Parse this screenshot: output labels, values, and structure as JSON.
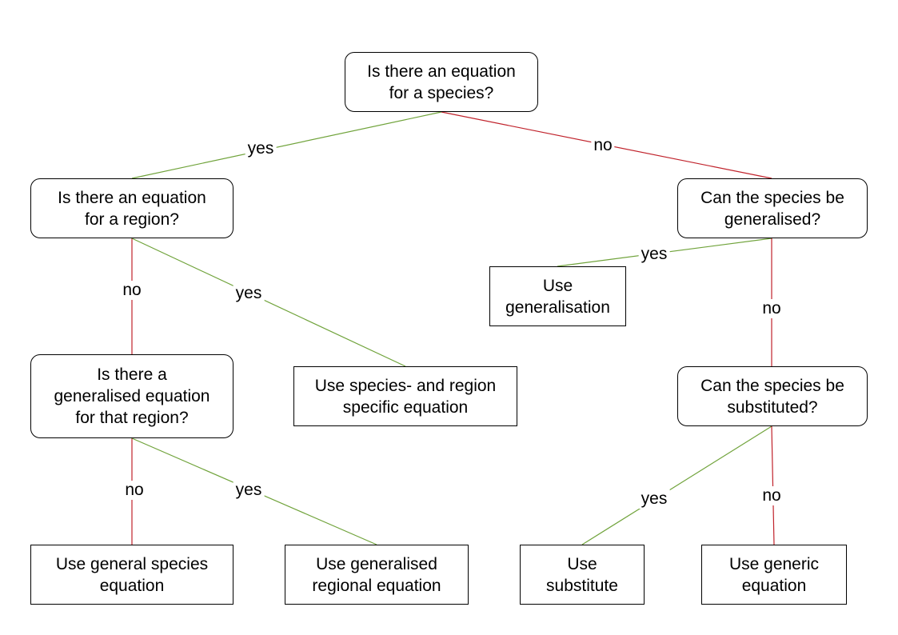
{
  "colors": {
    "yes_edge": "#70a33b",
    "no_edge": "#c0222b",
    "border": "#000000",
    "text": "#000000"
  },
  "nodes": {
    "q_species": {
      "text": "Is there an equation\nfor a species?",
      "kind": "decision"
    },
    "q_region": {
      "text": "Is there an equation\nfor a region?",
      "kind": "decision"
    },
    "q_generalised_species": {
      "text": "Can the species be\ngeneralised?",
      "kind": "decision"
    },
    "a_generalisation": {
      "text": "Use\ngeneralisation",
      "kind": "action"
    },
    "q_generalised_region": {
      "text": "Is there a\ngeneralised equation\nfor that region?",
      "kind": "decision"
    },
    "a_species_region": {
      "text": "Use species- and region\nspecific equation",
      "kind": "action"
    },
    "q_substituted": {
      "text": "Can the species be\nsubstituted?",
      "kind": "decision"
    },
    "a_general_species": {
      "text": "Use general species\nequation",
      "kind": "action"
    },
    "a_generalised_regional": {
      "text": "Use generalised\nregional equation",
      "kind": "action"
    },
    "a_substitute": {
      "text": "Use\nsubstitute",
      "kind": "action"
    },
    "a_generic": {
      "text": "Use generic\nequation",
      "kind": "action"
    }
  },
  "edges": [
    {
      "from": "q_species",
      "to": "q_region",
      "label": "yes",
      "type": "yes"
    },
    {
      "from": "q_species",
      "to": "q_generalised_species",
      "label": "no",
      "type": "no"
    },
    {
      "from": "q_region",
      "to": "q_generalised_region",
      "label": "no",
      "type": "no"
    },
    {
      "from": "q_region",
      "to": "a_species_region",
      "label": "yes",
      "type": "yes"
    },
    {
      "from": "q_generalised_species",
      "to": "a_generalisation",
      "label": "yes",
      "type": "yes"
    },
    {
      "from": "q_generalised_species",
      "to": "q_substituted",
      "label": "no",
      "type": "no"
    },
    {
      "from": "q_generalised_region",
      "to": "a_general_species",
      "label": "no",
      "type": "no"
    },
    {
      "from": "q_generalised_region",
      "to": "a_generalised_regional",
      "label": "yes",
      "type": "yes"
    },
    {
      "from": "q_substituted",
      "to": "a_substitute",
      "label": "yes",
      "type": "yes"
    },
    {
      "from": "q_substituted",
      "to": "a_generic",
      "label": "no",
      "type": "no"
    }
  ]
}
